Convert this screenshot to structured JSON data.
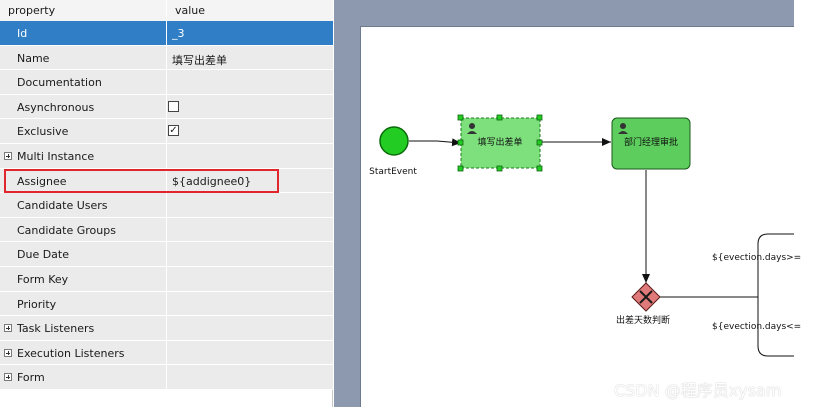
{
  "properties": {
    "header": {
      "property": "property",
      "value": "value"
    },
    "rows": [
      {
        "name": "Id",
        "value": "_3",
        "selected": true
      },
      {
        "name": "Name",
        "value": "填写出差单"
      },
      {
        "name": "Documentation",
        "value": ""
      },
      {
        "name": "Asynchronous",
        "checkbox": "unchecked"
      },
      {
        "name": "Exclusive",
        "checkbox": "checked"
      },
      {
        "name": "Multi Instance",
        "expandable": true
      },
      {
        "name": "Assignee",
        "value": "${addignee0}",
        "highlighted": true
      },
      {
        "name": "Candidate Users",
        "value": ""
      },
      {
        "name": "Candidate Groups",
        "value": ""
      },
      {
        "name": "Due Date",
        "value": ""
      },
      {
        "name": "Form Key",
        "value": ""
      },
      {
        "name": "Priority",
        "value": ""
      },
      {
        "name": "Task Listeners",
        "expandable": true
      },
      {
        "name": "Execution Listeners",
        "expandable": true
      },
      {
        "name": "Form",
        "expandable": true
      }
    ],
    "checked_glyph": "✓"
  },
  "diagram": {
    "start_event_label": "StartEvent",
    "task1_label": "填写出差单",
    "task2_label": "部门经理审批",
    "gateway_label": "出差天数判断",
    "condition_upper": "${evection.days>=",
    "condition_lower": "${evection.days<=",
    "user_icon": "user-icon"
  },
  "watermark": "CSDN @程序员xysam",
  "colors": {
    "selection": "#2f7ec6",
    "highlight_box": "#e0262c",
    "start_event": "#22cc22",
    "task_fill": "#7de07d",
    "gateway_fill": "#e07a7a",
    "canvas_bg": "#8d99ae"
  }
}
